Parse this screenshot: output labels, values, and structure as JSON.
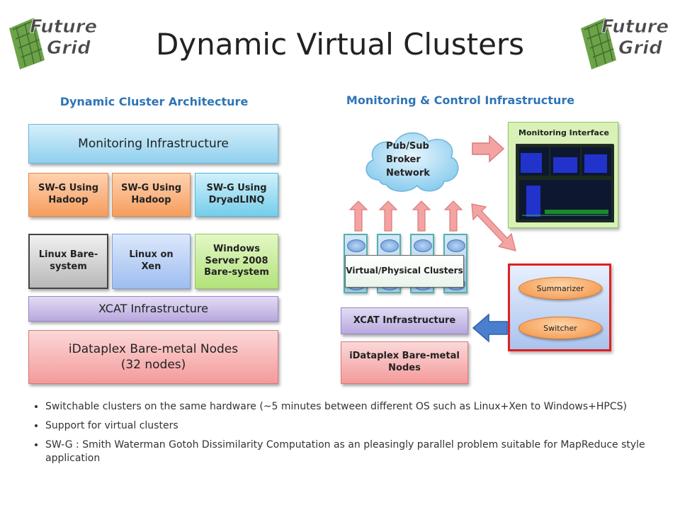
{
  "slide": {
    "title": "Dynamic Virtual Clusters",
    "logo_text": [
      "Future",
      "Grid"
    ]
  },
  "left": {
    "heading": "Dynamic Cluster Architecture",
    "monitoring": "Monitoring Infrastructure",
    "apps": [
      "SW-G Using Hadoop",
      "SW-G Using Hadoop",
      "SW-G Using DryadLINQ"
    ],
    "os": [
      "Linux Bare-system",
      "Linux on Xen",
      "Windows Server 2008 Bare-system"
    ],
    "xcat": "XCAT Infrastructure",
    "nodes_line1": "iDataplex Bare-metal Nodes",
    "nodes_line2": "(32 nodes)"
  },
  "right": {
    "heading": "Monitoring & Control Infrastructure",
    "broker": "Pub/Sub Broker Network",
    "monitor_interface": "Monitoring Interface",
    "clusters": "Virtual/Physical Clusters",
    "xcat": "XCAT Infrastructure",
    "nodes": "iDataplex Bare-metal Nodes",
    "summarizer": "Summarizer",
    "switcher": "Switcher"
  },
  "bullets": [
    "Switchable clusters on the same hardware (~5 minutes between different OS such as Linux+Xen to Windows+HPCS)",
    "Support for virtual clusters",
    "SW-G : Smith Waterman Gotoh Dissimilarity Computation  as an pleasingly parallel problem suitable for MapReduce style application"
  ],
  "colors": {
    "heading": "#2E75B6",
    "logo_green": "#4A8A2A",
    "arrow_red": "#F4A3A3",
    "arrow_blue": "#4A7FD0",
    "control_border": "#E02020"
  }
}
